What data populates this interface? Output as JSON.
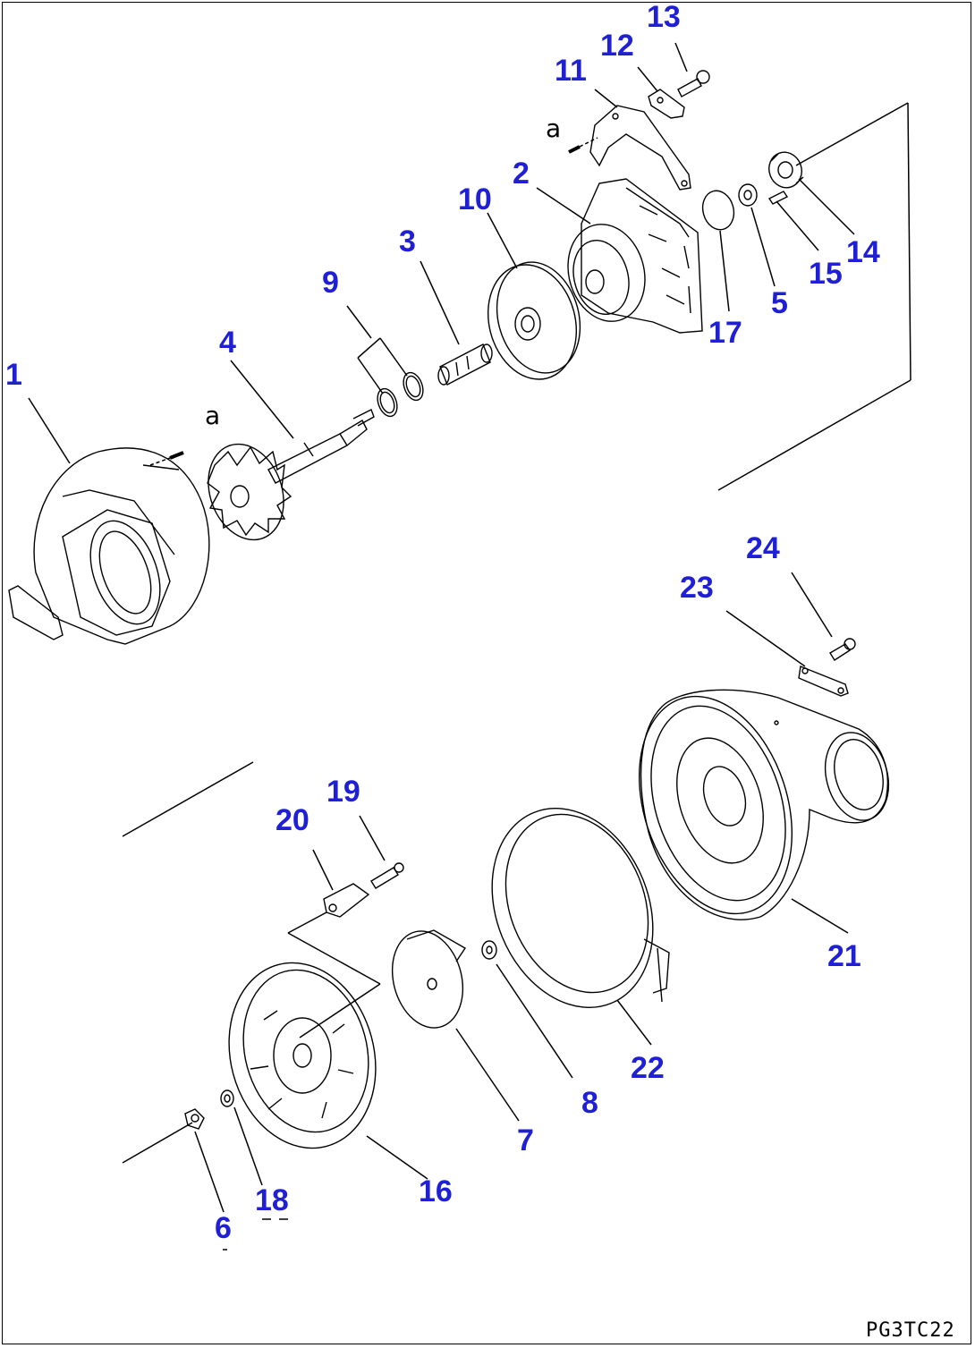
{
  "diagram": {
    "drawing_code": "PG3TC22",
    "callouts": [
      {
        "label": "1"
      },
      {
        "label": "2"
      },
      {
        "label": "3"
      },
      {
        "label": "4"
      },
      {
        "label": "5"
      },
      {
        "label": "6"
      },
      {
        "label": "7"
      },
      {
        "label": "8"
      },
      {
        "label": "9"
      },
      {
        "label": "10"
      },
      {
        "label": "11"
      },
      {
        "label": "12"
      },
      {
        "label": "13"
      },
      {
        "label": "14"
      },
      {
        "label": "15"
      },
      {
        "label": "16"
      },
      {
        "label": "17"
      },
      {
        "label": "18"
      },
      {
        "label": "19"
      },
      {
        "label": "20"
      },
      {
        "label": "21"
      },
      {
        "label": "22"
      },
      {
        "label": "23"
      },
      {
        "label": "24"
      }
    ],
    "annotations": [
      {
        "label": "a"
      },
      {
        "label": "a"
      }
    ],
    "colors": {
      "callout": "#1f1fd6",
      "line": "#000000",
      "background": "#ffffff"
    }
  }
}
